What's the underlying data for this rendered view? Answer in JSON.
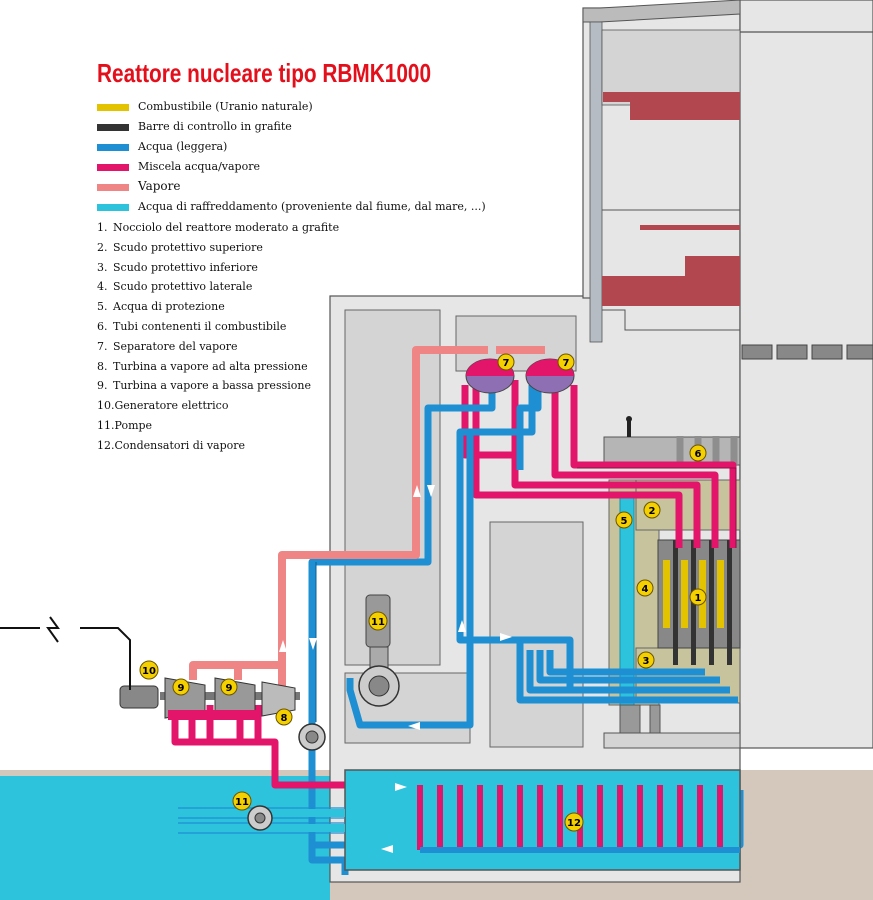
{
  "title": "Reattore nucleare tipo RBMK1000",
  "legend": [
    {
      "label": "Combustibile (Uranio naturale)",
      "color": "#e3c200"
    },
    {
      "label": "Barre di controllo in grafite",
      "color": "#333333"
    },
    {
      "label": "Acqua (leggera)",
      "color": "#1d8fd2"
    },
    {
      "label": "Miscela acqua/vapore",
      "color": "#e3156a"
    },
    {
      "label": "Vapore",
      "color": "#f08585"
    },
    {
      "label": "Acqua di raffreddamento (proveniente dal fiume, dal mare, ...)",
      "color": "#2ec3dc"
    }
  ],
  "components": [
    {
      "num": "1.",
      "label": "Nocciolo del reattore moderato a grafite"
    },
    {
      "num": "2.",
      "label": "Scudo protettivo superiore"
    },
    {
      "num": "3.",
      "label": "Scudo protettivo inferiore"
    },
    {
      "num": "4.",
      "label": "Scudo protettivo laterale"
    },
    {
      "num": "5.",
      "label": "Acqua di protezione"
    },
    {
      "num": "6.",
      "label": "Tubi contenenti il combustibile"
    },
    {
      "num": "7.",
      "label": "Separatore del vapore"
    },
    {
      "num": "8.",
      "label": "Turbina a vapore ad alta pressione"
    },
    {
      "num": "9.",
      "label": "Turbina a vapore a bassa pressione"
    },
    {
      "num": "10.",
      "label": "Generatore elettrico"
    },
    {
      "num": "11.",
      "label": "Pompe"
    },
    {
      "num": "12.",
      "label": "Condensatori di vapore"
    }
  ],
  "badges": [
    "1",
    "2",
    "3",
    "4",
    "5",
    "6",
    "7",
    "7",
    "8",
    "9",
    "9",
    "10",
    "11",
    "11",
    "12"
  ]
}
